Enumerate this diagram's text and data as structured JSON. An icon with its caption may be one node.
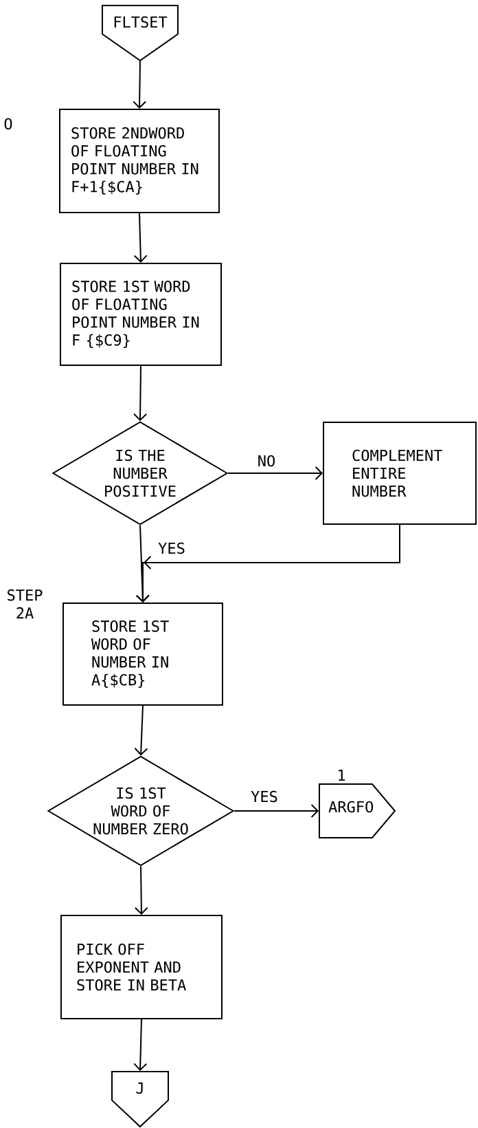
{
  "diagram": {
    "nodes": [
      {
        "text": [
          "FLTSET"
        ]
      },
      {
        "text": [
          "STORE 2NDWORD OF FLOATING POINT NUMBER IN F+1{$CA}"
        ]
      },
      {
        "text": [
          "STORE 1ST WORD OF FLOATING POINT NUMBER IN F {$C9}"
        ]
      },
      {
        "text": [
          "IS THE NUMBER POSITIVE"
        ]
      },
      {
        "text": [
          "COMPLEMENT ENTIRE NUMBER"
        ]
      },
      {
        "text": [
          "STORE 1ST WORD OF NUMBER IN A{$CB}"
        ],
        "beside": [
          "STEP 2A"
        ]
      },
      {
        "text": [
          "IS 1ST WORD OF NUMBER ZERO"
        ]
      },
      {
        "text": [
          "ARGFO"
        ],
        "beside": [
          "1"
        ]
      },
      {
        "text": [
          "PICK OFF EXPONENT AND STORE IN BETA"
        ]
      },
      {
        "text": [
          "J"
        ]
      }
    ],
    "edges": [
      {
        "from": 0,
        "to": 1,
        "arrow": "to"
      },
      {
        "from": 1,
        "to": 2,
        "arrow": "to"
      },
      {
        "from": 2,
        "to": 3,
        "arrow": "to"
      },
      {
        "from": 3,
        "to": 4,
        "arrow": "to",
        "label": "NO"
      },
      {
        "from": 4,
        "to": 5,
        "arrow": "to"
      },
      {
        "from": 3,
        "to": 5,
        "arrow": "to",
        "label": "YES"
      },
      {
        "from": 5,
        "to": 6,
        "arrow": "to"
      },
      {
        "from": 6,
        "to": 7,
        "arrow": "to",
        "label": "YES"
      },
      {
        "from": 6,
        "to": 8,
        "arrow": "to"
      },
      {
        "from": 8,
        "to": 9,
        "arrow": "to"
      }
    ],
    "labels": [
      "O"
    ]
  }
}
